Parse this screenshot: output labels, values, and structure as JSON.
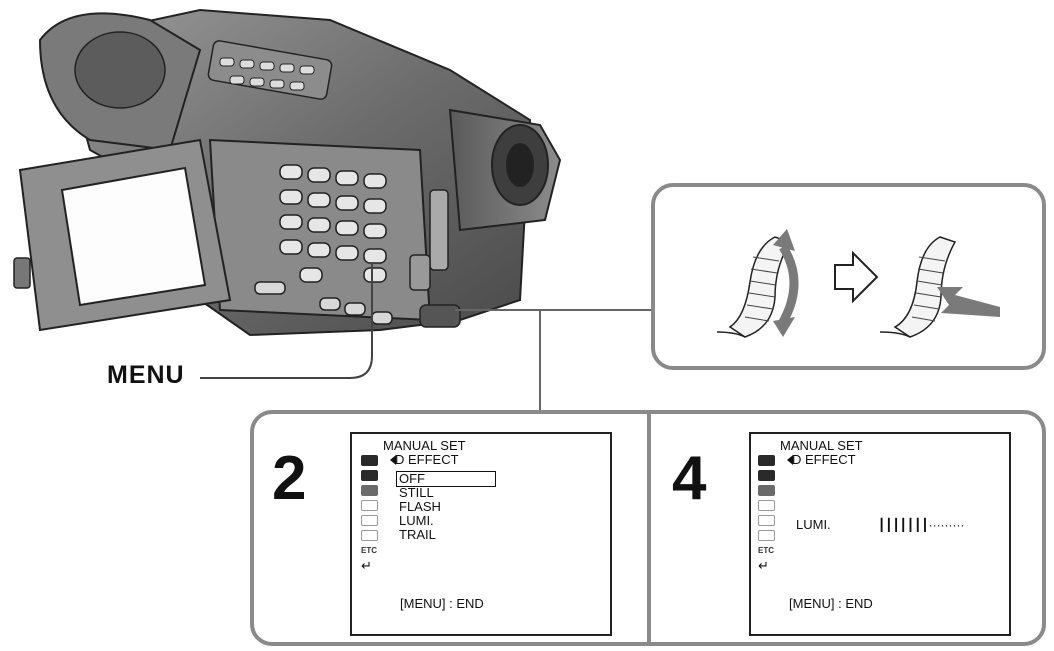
{
  "callout": {
    "menu_label": "MENU"
  },
  "step2": {
    "number": "2",
    "header": "MANUAL SET",
    "submenu": "D EFFECT",
    "options": [
      "OFF",
      "STILL",
      "FLASH",
      "LUMI.",
      "TRAIL"
    ],
    "selected_option": "OFF",
    "footer": "[MENU] : END"
  },
  "step4": {
    "number": "4",
    "header": "MANUAL SET",
    "submenu": "D EFFECT",
    "param_label": "LUMI.",
    "meter_level": 0.45,
    "footer": "[MENU] : END"
  },
  "colors": {
    "panel_border": "#8a8a8a",
    "camera_body": "#6e6e6e",
    "arrow_fill": "#ffffff"
  }
}
